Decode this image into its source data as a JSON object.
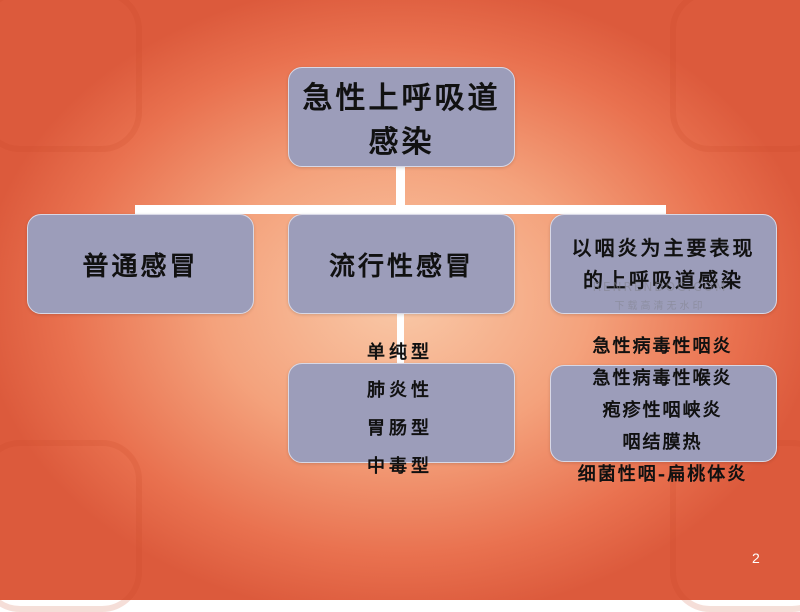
{
  "root": "急性上呼吸道感染",
  "branches": [
    {
      "label": "普通感冒"
    },
    {
      "label": "流行性感冒",
      "items": [
        "单纯型",
        "肺炎性",
        "胃肠型",
        "中毒型"
      ]
    },
    {
      "label_lines": [
        "以咽炎为主要表现",
        "的上呼吸道感染"
      ],
      "items": [
        "急性病毒性咽炎",
        "急性病毒性喉炎",
        "疱疹性咽峡炎",
        "咽结膜热",
        "细菌性咽-扁桃体炎"
      ]
    }
  ],
  "watermark": {
    "line1": "RENRENDOC.COM",
    "line2": "下载高清无水印"
  },
  "page_number": "2"
}
